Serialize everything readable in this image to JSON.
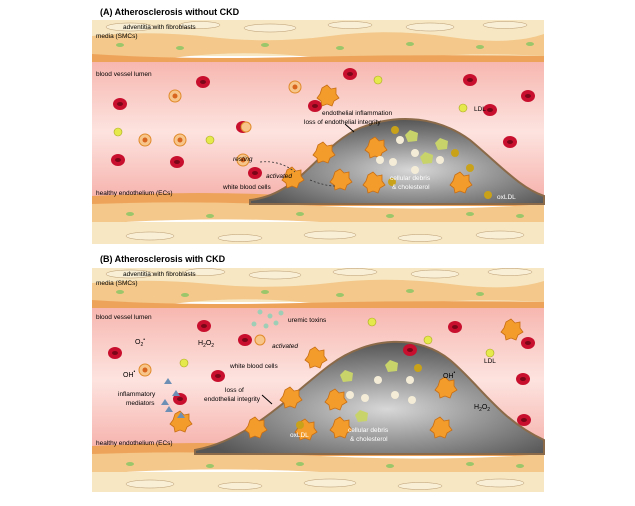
{
  "colors": {
    "adventitia": "#f7e7c3",
    "media": "#f3c88a",
    "endothelium": "#f0a55a",
    "lumen_pink": "#f6b6b1",
    "lumen_light": "#fde3df",
    "plaque": "#6f6f6f",
    "plaque_light": "#bdbdbd",
    "rbc": "#c8102e",
    "wbc": "#f39c2b",
    "ldl": "#e6e94c",
    "oxldl": "#c9a21a",
    "smc_nucleus": "#9bc66a",
    "mediator": "#6d8fb5",
    "toxin": "#9ecfb6"
  },
  "panel_a": {
    "title": "(A) Atherosclerosis without CKD",
    "labels": {
      "adventitia": "adventitia with fibroblasts",
      "media": "media (SMCs)",
      "lumen": "blood vessel lumen",
      "endothelium": "healthy endothelium (ECs)",
      "inflammation_line1": "endothelial inflammation",
      "inflammation_line2": "loss of endothelial integrity",
      "ldl": "LDL",
      "resting": "resting",
      "activated": "activated",
      "wbc": "white blood cells",
      "debris_line1": "cellular debris",
      "debris_line2": "& cholesterol",
      "oxldl": "oxLDL"
    }
  },
  "panel_b": {
    "title": "(B) Atherosclerosis with CKD",
    "labels": {
      "adventitia": "adventitia with fibroblasts",
      "media": "media (SMCs)",
      "lumen": "blood vessel lumen",
      "endothelium": "healthy endothelium (ECs)",
      "uremic": "uremic toxins",
      "o2": "O",
      "o2_sub": "2",
      "o2_sup": "•",
      "h2o2_left": "H",
      "h2o2_left_sub": "2",
      "h2o2_left_tail": "O",
      "h2o2_left_sub2": "2",
      "activated": "activated",
      "wbc": "white blood cells",
      "oh_left": "OH",
      "oh_left_sup": "•",
      "oh_right": "OH",
      "oh_right_sup": "•",
      "ldl": "LDL",
      "mediators_line1": "inflammatory",
      "mediators_line2": "mediators",
      "loss_line1": "loss of",
      "loss_line2": "endothelial integrity",
      "oxldl": "oxLDL",
      "debris_line1": "cellular debris",
      "debris_line2": "& cholesterol",
      "h2o2_right": "H",
      "h2o2_right_sub": "2",
      "h2o2_right_tail": "O",
      "h2o2_right_sub2": "2"
    }
  }
}
